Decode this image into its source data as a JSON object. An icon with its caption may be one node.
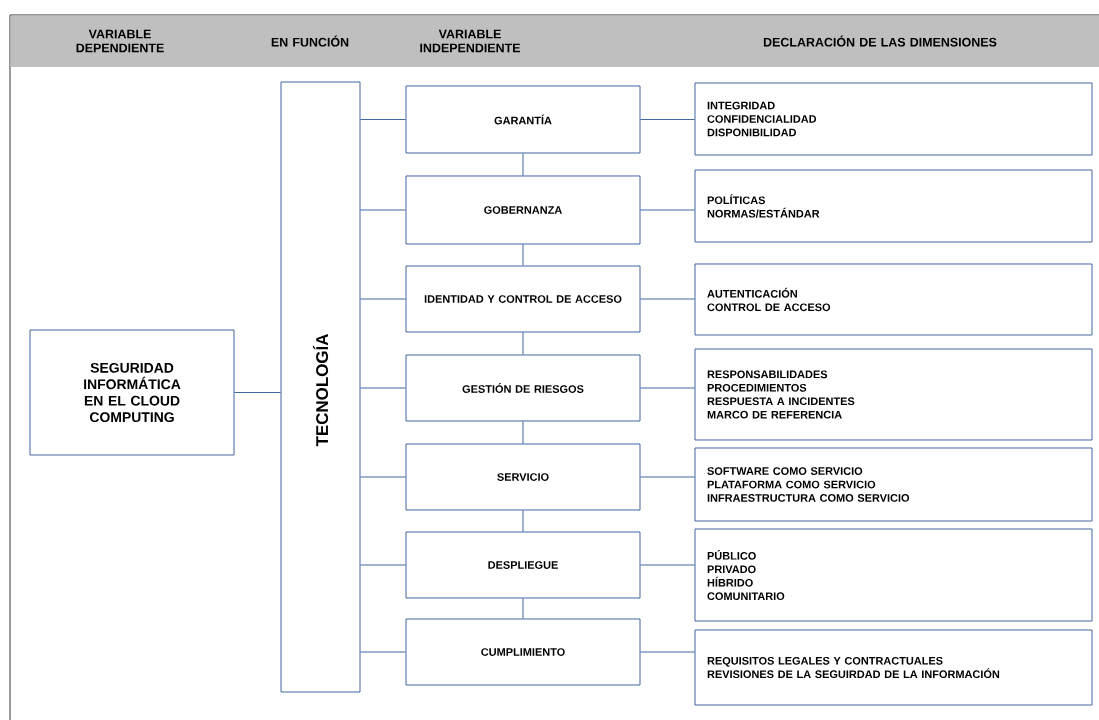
{
  "diagram": {
    "nodes": [
      {
        "text": [
          "SEGURIDAD INFORMÁTICA EN EL CLOUD COMPUTING"
        ]
      },
      {
        "text": [
          "TECNOLOGÍA"
        ]
      },
      {
        "text": [
          "GARANTÍA"
        ]
      },
      {
        "text": [
          "GOBERNANZA"
        ]
      },
      {
        "text": [
          "IDENTIDAD Y CONTROL DE ACCESO"
        ]
      },
      {
        "text": [
          "GESTIÓN DE RIESGOS"
        ]
      },
      {
        "text": [
          "SERVICIO"
        ]
      },
      {
        "text": [
          "DESPLIEGUE"
        ]
      },
      {
        "text": [
          "CUMPLIMIENTO"
        ]
      },
      {
        "text": [
          "INTEGRIDAD",
          "CONFIDENCIALIDAD",
          "DISPONIBILIDAD"
        ]
      },
      {
        "text": [
          "POLÍTICAS",
          "NORMAS/ESTÁNDAR"
        ]
      },
      {
        "text": [
          "AUTENTICACIÓN",
          "CONTROL DE ACCESO"
        ]
      },
      {
        "text": [
          "RESPONSABILIDADES",
          "PROCEDIMIENTOS",
          "RESPUESTA A INCIDENTES",
          "MARCO DE REFERENCIA"
        ]
      },
      {
        "text": [
          "SOFTWARE COMO SERVICIO",
          "PLATAFORMA COMO SERVICIO",
          "INFRAESTRUCTURA COMO SERVICIO"
        ]
      },
      {
        "text": [
          "PÚBLICO",
          "PRIVADO",
          "HÍBRIDO",
          "COMUNITARIO"
        ]
      },
      {
        "text": [
          "REQUISITOS LEGALES Y CONTRACTUALES",
          "REVISIONES DE LA SEGUIRDAD DE LA INFORMACIÓN"
        ]
      }
    ],
    "edges": [
      {
        "from": 0,
        "to": 1,
        "arrow": "none"
      },
      {
        "from": 1,
        "to": 2,
        "arrow": "none"
      },
      {
        "from": 1,
        "to": 3,
        "arrow": "none"
      },
      {
        "from": 1,
        "to": 4,
        "arrow": "none"
      },
      {
        "from": 1,
        "to": 5,
        "arrow": "none"
      },
      {
        "from": 1,
        "to": 6,
        "arrow": "none"
      },
      {
        "from": 1,
        "to": 7,
        "arrow": "none"
      },
      {
        "from": 1,
        "to": 8,
        "arrow": "none"
      },
      {
        "from": 2,
        "to": 3,
        "arrow": "none"
      },
      {
        "from": 3,
        "to": 4,
        "arrow": "none"
      },
      {
        "from": 4,
        "to": 5,
        "arrow": "none"
      },
      {
        "from": 5,
        "to": 6,
        "arrow": "none"
      },
      {
        "from": 6,
        "to": 7,
        "arrow": "none"
      },
      {
        "from": 7,
        "to": 8,
        "arrow": "none"
      },
      {
        "from": 2,
        "to": 9,
        "arrow": "none"
      },
      {
        "from": 3,
        "to": 10,
        "arrow": "none"
      },
      {
        "from": 4,
        "to": 11,
        "arrow": "none"
      },
      {
        "from": 5,
        "to": 12,
        "arrow": "none"
      },
      {
        "from": 6,
        "to": 13,
        "arrow": "none"
      },
      {
        "from": 7,
        "to": 14,
        "arrow": "none"
      },
      {
        "from": 8,
        "to": 15,
        "arrow": "none"
      }
    ],
    "labels": [
      "VARIABLE DEPENDIENTE",
      "EN FUNCIÓN",
      "VARIABLE INDEPENDIENTE",
      "DECLARACIÓN DE LAS DIMENSIONES"
    ]
  }
}
